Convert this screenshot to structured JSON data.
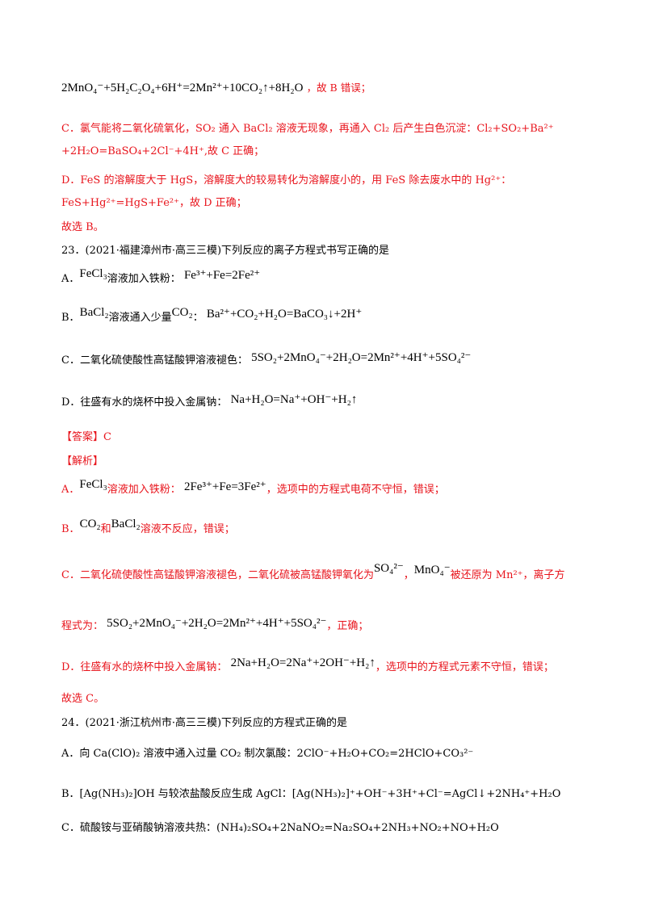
{
  "lines": {
    "l1_formula": "2MnO₄⁻+5H₂C₂O₄+6H⁺=2Mn²⁺+10CO₂↑+8H₂O",
    "l1_tail": "，故 B 错误；",
    "l2": "C．氯气能将二氧化硫氧化，SO₂ 通入 BaCl₂ 溶液无现象，再通入 Cl₂ 后产生白色沉淀：Cl₂+SO₂+Ba²⁺",
    "l3": "+2H₂O=BaSO₄+2Cl⁻+4H⁺,故 C 正确；",
    "l4": "D．FeS 的溶解度大于 HgS，溶解度大的较易转化为溶解度小的，用 FeS 除去废水中的 Hg²⁺：",
    "l5": "FeS+Hg²⁺=HgS+Fe²⁺，故 D 正确；",
    "l6": "故选 B。"
  },
  "q23": {
    "stem": "23．(2021·福建漳州市·高三三模)下列反应的离子方程式书写正确的是",
    "a_prefix": "A．",
    "a_reagent": "FeCl₃",
    "a_text": "溶液加入铁粉：",
    "a_formula": "Fe³⁺+Fe=2Fe²⁺",
    "b_prefix": "B．",
    "b_reagent": "BaCl₂",
    "b_text1": "溶液通入少量",
    "b_reagent2": "CO₂",
    "b_text2": "：",
    "b_formula": "Ba²⁺+CO₂+H₂O=BaCO₃↓+2H⁺",
    "c_text": "C．二氧化硫使酸性高锰酸钾溶液褪色：",
    "c_formula": "5SO₂+2MnO₄⁻+2H₂O=2Mn²⁺+4H⁺+5SO₄²⁻",
    "d_text": "D．往盛有水的烧杯中投入金属钠：",
    "d_formula": "Na+H₂O=Na⁺+OH⁻+H₂↑",
    "answer": "【答案】C",
    "analysis": "【解析】",
    "ea_prefix": "A．",
    "ea_reagent": "FeCl₃",
    "ea_text": "溶液加入铁粉：",
    "ea_formula": "2Fe³⁺+Fe=3Fe²⁺",
    "ea_tail": "，选项中的方程式电荷不守恒，错误；",
    "eb_prefix": "B．",
    "eb_r1": "CO₂",
    "eb_and": "和",
    "eb_r2": "BaCl₂",
    "eb_tail": "溶液不反应，错误；",
    "ec_text": "C．二氧化硫使酸性高锰酸钾溶液褪色，二氧化硫被高锰酸钾氧化为",
    "ec_r1": "SO₄²⁻",
    "ec_comma": "，",
    "ec_r2": "MnO₄⁻",
    "ec_tail": "被还原为 Mn²⁺，离子方",
    "ec2_text": "程式为：",
    "ec2_formula": "5SO₂+2MnO₄⁻+2H₂O=2Mn²⁺+4H⁺+5SO₄²⁻",
    "ec2_tail": "，正确；",
    "ed_text": "D．往盛有水的烧杯中投入金属钠：",
    "ed_formula": "2Na+H₂O=2Na⁺+2OH⁻+H₂↑",
    "ed_tail": "，选项中的方程式元素不守恒，错误；",
    "conclusion": "故选 C。"
  },
  "q24": {
    "stem": "24．(2021·浙江杭州市·高三三模)下列反应的方程式正确的是",
    "a": "A．向 Ca(ClO)₂ 溶液中通入过量 CO₂ 制次氯酸：2ClO⁻+H₂O+CO₂=2HClO+CO₃²⁻",
    "b": "B．[Ag(NH₃)₂]OH 与较浓盐酸反应生成 AgCl：[Ag(NH₃)₂]⁺+OH⁻+3H⁺+Cl⁻=AgCl↓+2NH₄⁺+H₂O",
    "c": "C．硫酸铵与亚硝酸钠溶液共热：(NH₄)₂SO₄+2NaNO₂=Na₂SO₄+2NH₃+NO₂+NO+H₂O"
  }
}
